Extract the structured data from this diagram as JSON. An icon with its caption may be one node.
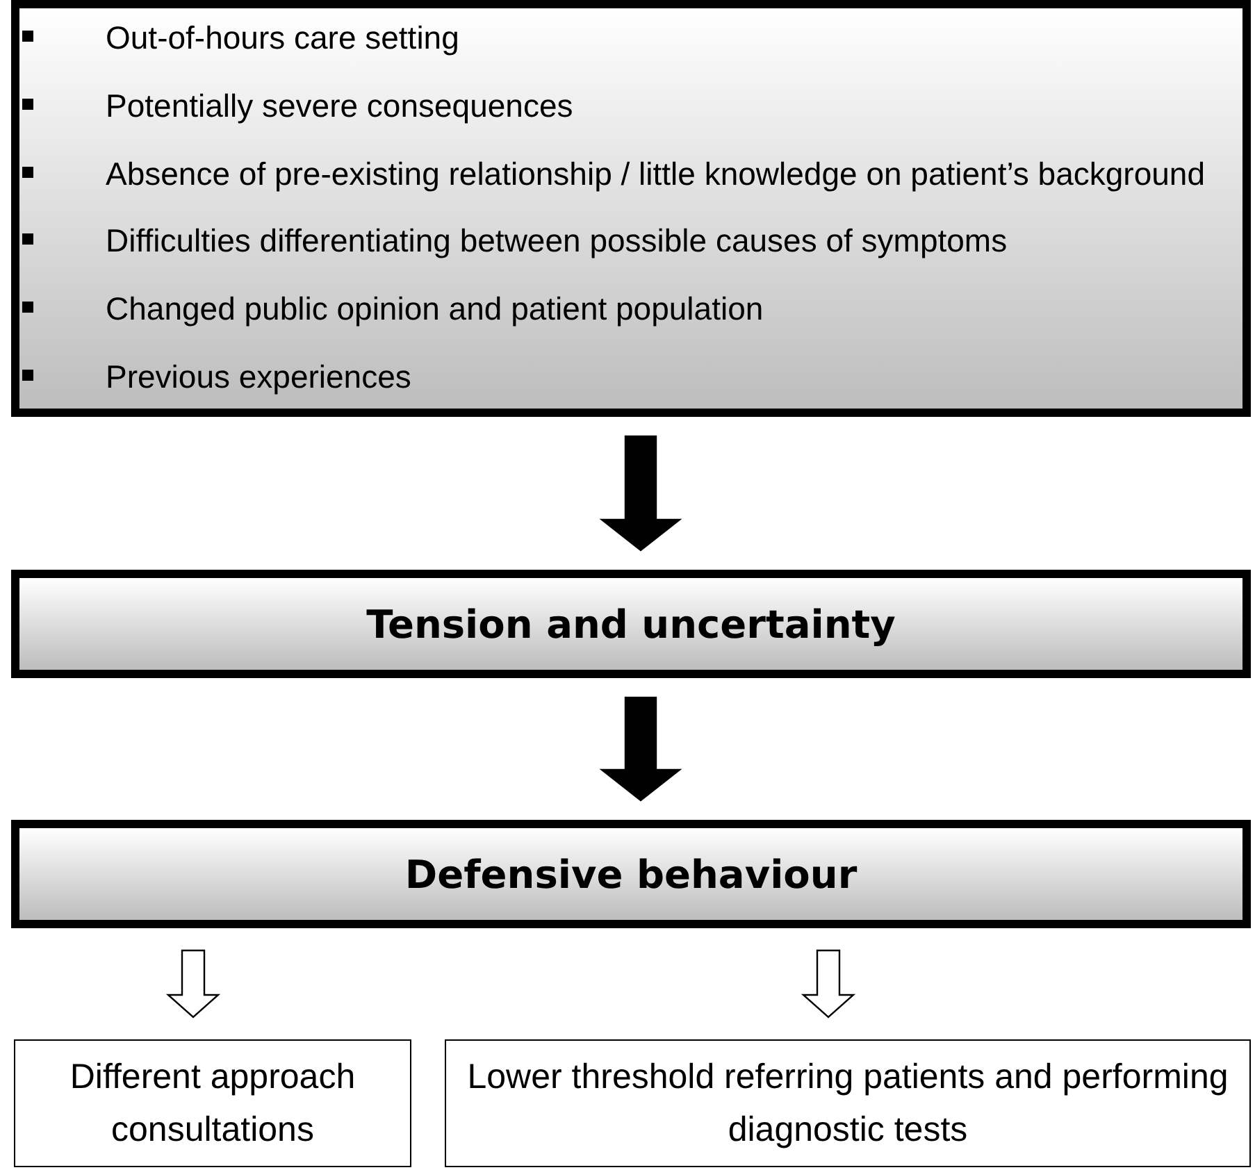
{
  "diagram": {
    "nodes": [
      {
        "text": [
          "Out-of-hours care setting",
          "Potentially severe consequences",
          "Absence of pre-existing relationship / little knowledge on patient’s background",
          "Difficulties differentiating between possible causes of symptoms",
          "Changed public opinion and patient population",
          "Previous experiences"
        ]
      },
      {
        "text": [
          "Tension and uncertainty"
        ]
      },
      {
        "text": [
          "Defensive behaviour"
        ]
      },
      {
        "text": [
          "Different approach consultations"
        ]
      },
      {
        "text": [
          "Lower threshold referring patients and performing diagnostic tests"
        ]
      }
    ],
    "edges": [
      {
        "from": 0,
        "to": 1,
        "arrow": "to",
        "style": "thick"
      },
      {
        "from": 1,
        "to": 2,
        "arrow": "to",
        "style": "thick"
      },
      {
        "from": 2,
        "to": 3,
        "arrow": "to"
      },
      {
        "from": 2,
        "to": 4,
        "arrow": "to"
      }
    ]
  }
}
